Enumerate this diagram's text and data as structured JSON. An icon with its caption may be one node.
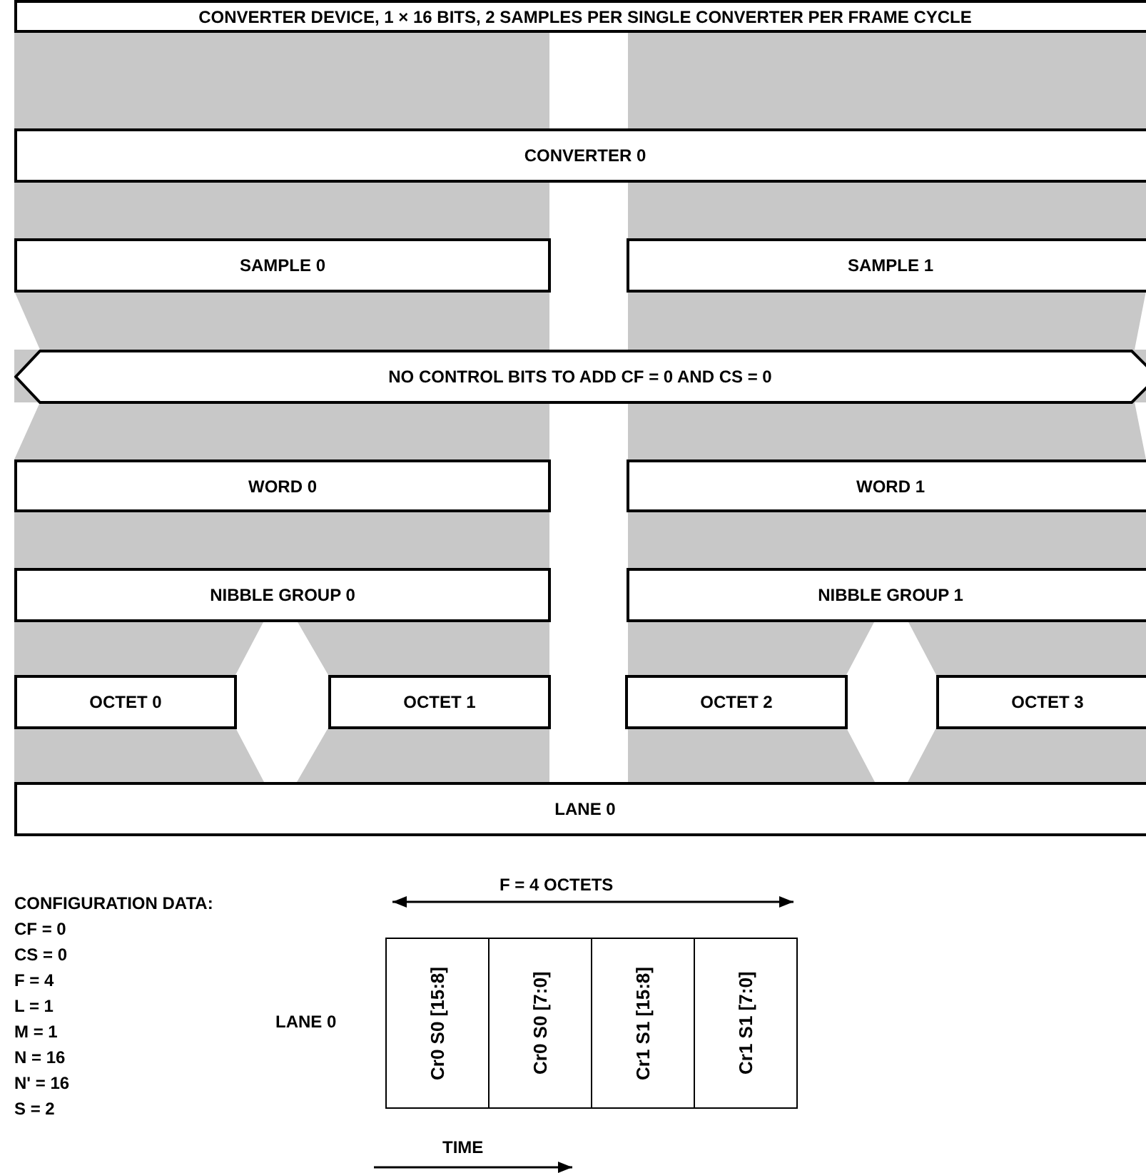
{
  "diagram": {
    "nodes": [
      {
        "text": [
          "CONVERTER DEVICE, 1 × 16 BITS, 2 SAMPLES PER SINGLE CONVERTER PER FRAME CYCLE"
        ]
      },
      {
        "text": [
          "CONVERTER 0"
        ]
      },
      {
        "text": [
          "SAMPLE 0"
        ]
      },
      {
        "text": [
          "SAMPLE 1"
        ]
      },
      {
        "text": [
          "NO CONTROL BITS TO ADD CF = 0 AND CS = 0"
        ]
      },
      {
        "text": [
          "WORD 0"
        ]
      },
      {
        "text": [
          "WORD 1"
        ]
      },
      {
        "text": [
          "NIBBLE GROUP 0"
        ]
      },
      {
        "text": [
          "NIBBLE GROUP 1"
        ]
      },
      {
        "text": [
          "OCTET 0"
        ]
      },
      {
        "text": [
          "OCTET 1"
        ]
      },
      {
        "text": [
          "OCTET 2"
        ]
      },
      {
        "text": [
          "OCTET 3"
        ]
      },
      {
        "text": [
          "LANE 0"
        ]
      },
      {
        "text": [
          "Cr0 S0 [15:8]"
        ]
      },
      {
        "text": [
          "Cr0 S0 [7:0]"
        ]
      },
      {
        "text": [
          "Cr1 S1 [15:8]"
        ]
      },
      {
        "text": [
          "Cr1 S1 [7:0]"
        ]
      }
    ],
    "labels": [
      "F = 4 OCTETS",
      "CONFIGURATION DATA:",
      "CF = 0",
      "CS = 0",
      "F = 4",
      "L = 1",
      "M = 1",
      "N = 16",
      "N' = 16",
      "S = 2",
      "LANE 0",
      "TIME"
    ]
  }
}
